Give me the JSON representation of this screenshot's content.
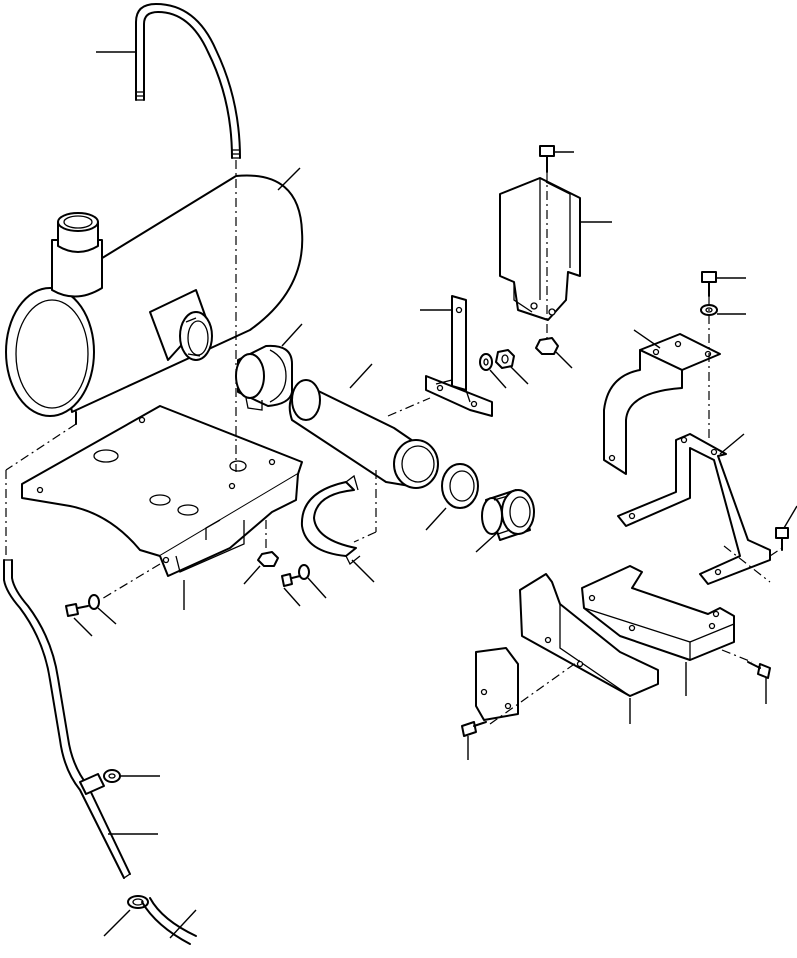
{
  "diagram": {
    "kind": "exploded parts illustration",
    "labels": [],
    "colors": {
      "line": "#000000",
      "background": "#ffffff"
    },
    "parts": [
      "breather-tube",
      "muffler",
      "muffler-clamp",
      "exhaust-pipe",
      "mounting-stand",
      "washer",
      "nut",
      "gasket-ring",
      "pipe-adapter",
      "heat-shield",
      "cap-screw",
      "support-bracket",
      "curved-bracket",
      "bracket-frame",
      "mount-base",
      "side-plate",
      "small-plate",
      "strap-clamp",
      "muffler-bracket",
      "drain-tube",
      "hose-clamp",
      "hose"
    ]
  }
}
